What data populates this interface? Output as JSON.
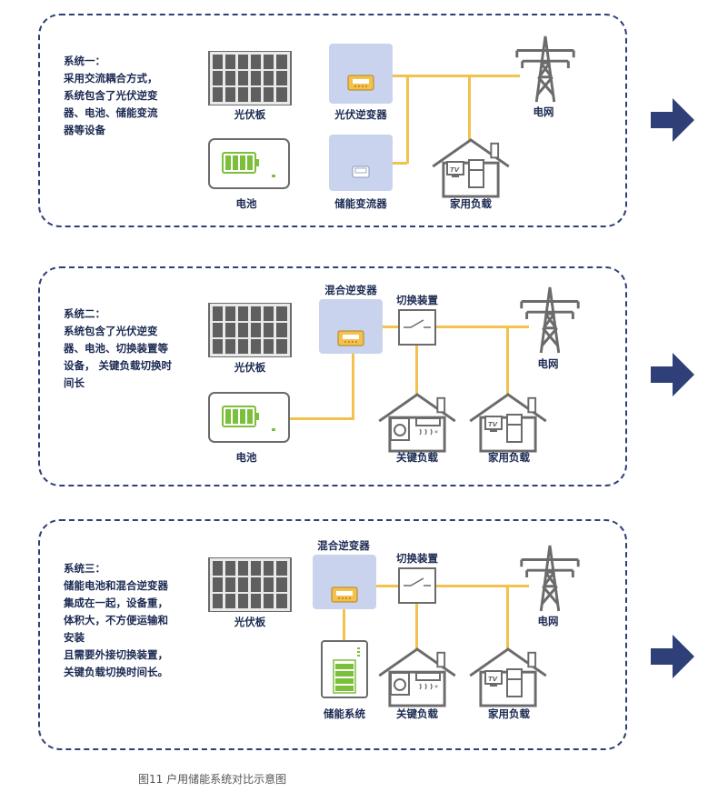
{
  "colors": {
    "frame": "#2f3f78",
    "wire": "#f2c14e",
    "inverter_fill": "#c9d3ee",
    "arrow": "#2f3f78",
    "icon_gray": "#6b6b6b"
  },
  "system1": {
    "desc": "系统一：\n采用交流耦合方式，\n系统包含了光伏逆变\n器、电池、储能变流\n器等设备",
    "pv_label": "光伏板",
    "pv_inverter_label": "光伏逆变器",
    "grid_label": "电网",
    "battery_label": "电池",
    "pcs_label": "储能变流器",
    "home_load_label": "家用负载"
  },
  "system2": {
    "desc": "系统二：\n系统包含了光伏逆变\n器、电池、切换装置等\n设备， 关键负载切换时\n间长",
    "hybrid_label": "混合逆变器",
    "switch_label": "切换装置",
    "pv_label": "光伏板",
    "grid_label": "电网",
    "battery_label": "电池",
    "critical_load_label": "关键负载",
    "home_load_label": "家用负载"
  },
  "system3": {
    "desc": "系统三：\n储能电池和混合逆变器\n集成在一起，设备重，\n体积大，不方便运输和\n安装\n且需要外接切换装置，\n关键负载切换时间长。",
    "hybrid_label": "混合逆变器",
    "switch_label": "切换装置",
    "pv_label": "光伏板",
    "grid_label": "电网",
    "storage_label": "储能系统",
    "critical_load_label": "关键负载",
    "home_load_label": "家用负载"
  },
  "icons": {
    "solar": "solar-panel-icon",
    "inverter": "inverter-icon",
    "tower": "power-tower-icon",
    "battery": "battery-icon",
    "house": "house-icon",
    "switch": "switch-icon",
    "storage": "storage-cabinet-icon",
    "arrow": "arrow-right-icon"
  },
  "caption": "图11 户用储能系统对比示意图"
}
